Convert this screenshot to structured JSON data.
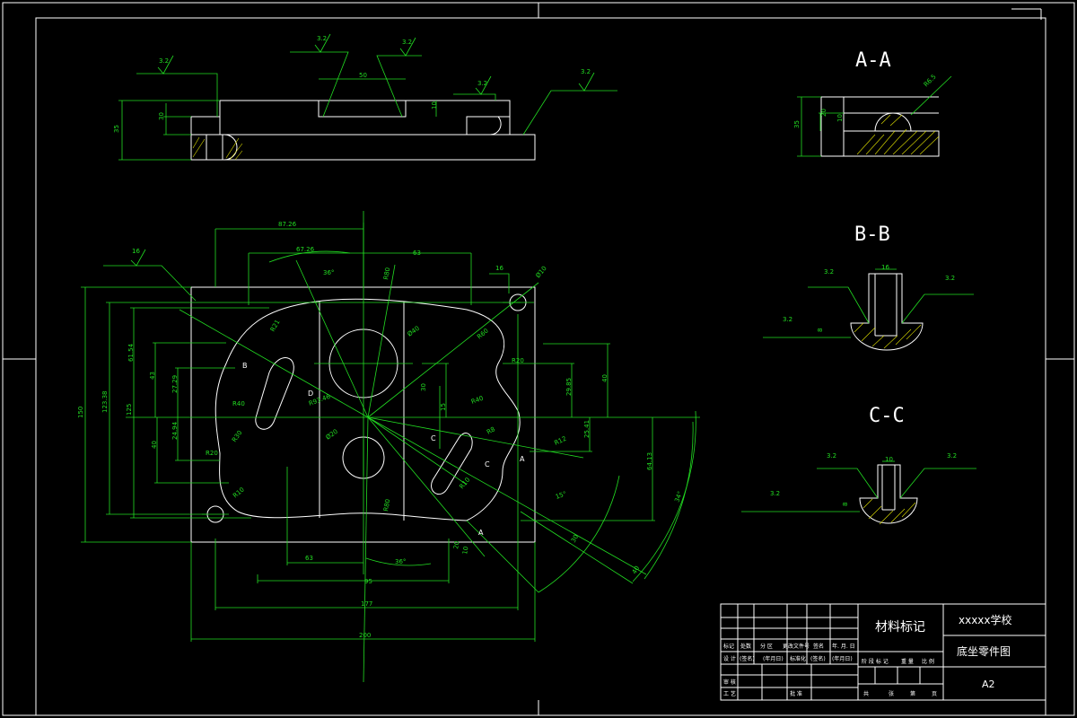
{
  "colors": {
    "background": "#000000",
    "outline": "#ffffff",
    "dimension": "#22dd22",
    "hatch": "#e0e000"
  },
  "sections": {
    "a": "A-A",
    "b": "B-B",
    "c": "C-C"
  },
  "top_view": {
    "dims": {
      "w50": "50",
      "h35": "35",
      "h30": "30",
      "h10": "10"
    },
    "roughness": [
      "3.2",
      "3.2",
      "3.2",
      "3.2",
      "3.2"
    ]
  },
  "main_view": {
    "dims": {
      "d87": "87.26",
      "d67": "67.26",
      "d63t": "63",
      "d16l": "16",
      "d16r": "16",
      "d150": "150",
      "d123": "123.38",
      "d125": "125",
      "d61": "61.54",
      "d43": "43",
      "d27": "27.29",
      "d24": "24.94",
      "d40l": "40",
      "d30": "30",
      "d15": "15",
      "d29": "29.85",
      "d40r": "40",
      "d25": "25.41",
      "d64": "64.13",
      "d63b": "63",
      "d95": "95",
      "d177": "177",
      "d200": "200",
      "r30": "R30",
      "r40": "R40",
      "r20a": "R20",
      "r10a": "R10",
      "r20b": "R20",
      "r40b": "R40",
      "r12": "R12",
      "r8": "R8",
      "r10b": "R10",
      "phi10": "Ø10",
      "phi40": "Ø40",
      "phi20": "Ø20",
      "r80": "R80",
      "r21": "R21",
      "r93": "R93.46",
      "r60": "R60",
      "ang36a": "36°",
      "ang36b": "36°",
      "ang15": "15°",
      "ang34": "34°",
      "d30b": "30",
      "d40b": "40",
      "d20": "20",
      "d10": "10",
      "lblA": "A",
      "lblB": "B",
      "lblC": "C",
      "lblC2": "C",
      "lblD": "D",
      "lblA2": "A"
    }
  },
  "section_dims": {
    "a_35": "35",
    "a_20": "20",
    "a_10": "10",
    "a_r": "R6.5",
    "b_16": "16",
    "b_8": "8",
    "c_10": "10",
    "c_8": "8",
    "rough": "3.2"
  },
  "title_block": {
    "material": "材料标记",
    "school": "xxxxx学校",
    "drawing_name": "底坐零件图",
    "size": "A2",
    "row_labels": [
      "标记",
      "处数",
      "分 区",
      "更改文件号",
      "签名",
      "年. 月. 日"
    ],
    "row2": [
      "设 计",
      "(签名)",
      "(年月日)",
      "标准化",
      "(签名)",
      "(年月日)"
    ],
    "row3": [
      "审 核"
    ],
    "row4": [
      "工 艺",
      "批 准"
    ],
    "stage_labels": [
      "阶 段 标 记",
      "重 量",
      "比 例"
    ],
    "sheet_labels": [
      "共",
      "张",
      "第",
      "页"
    ]
  }
}
